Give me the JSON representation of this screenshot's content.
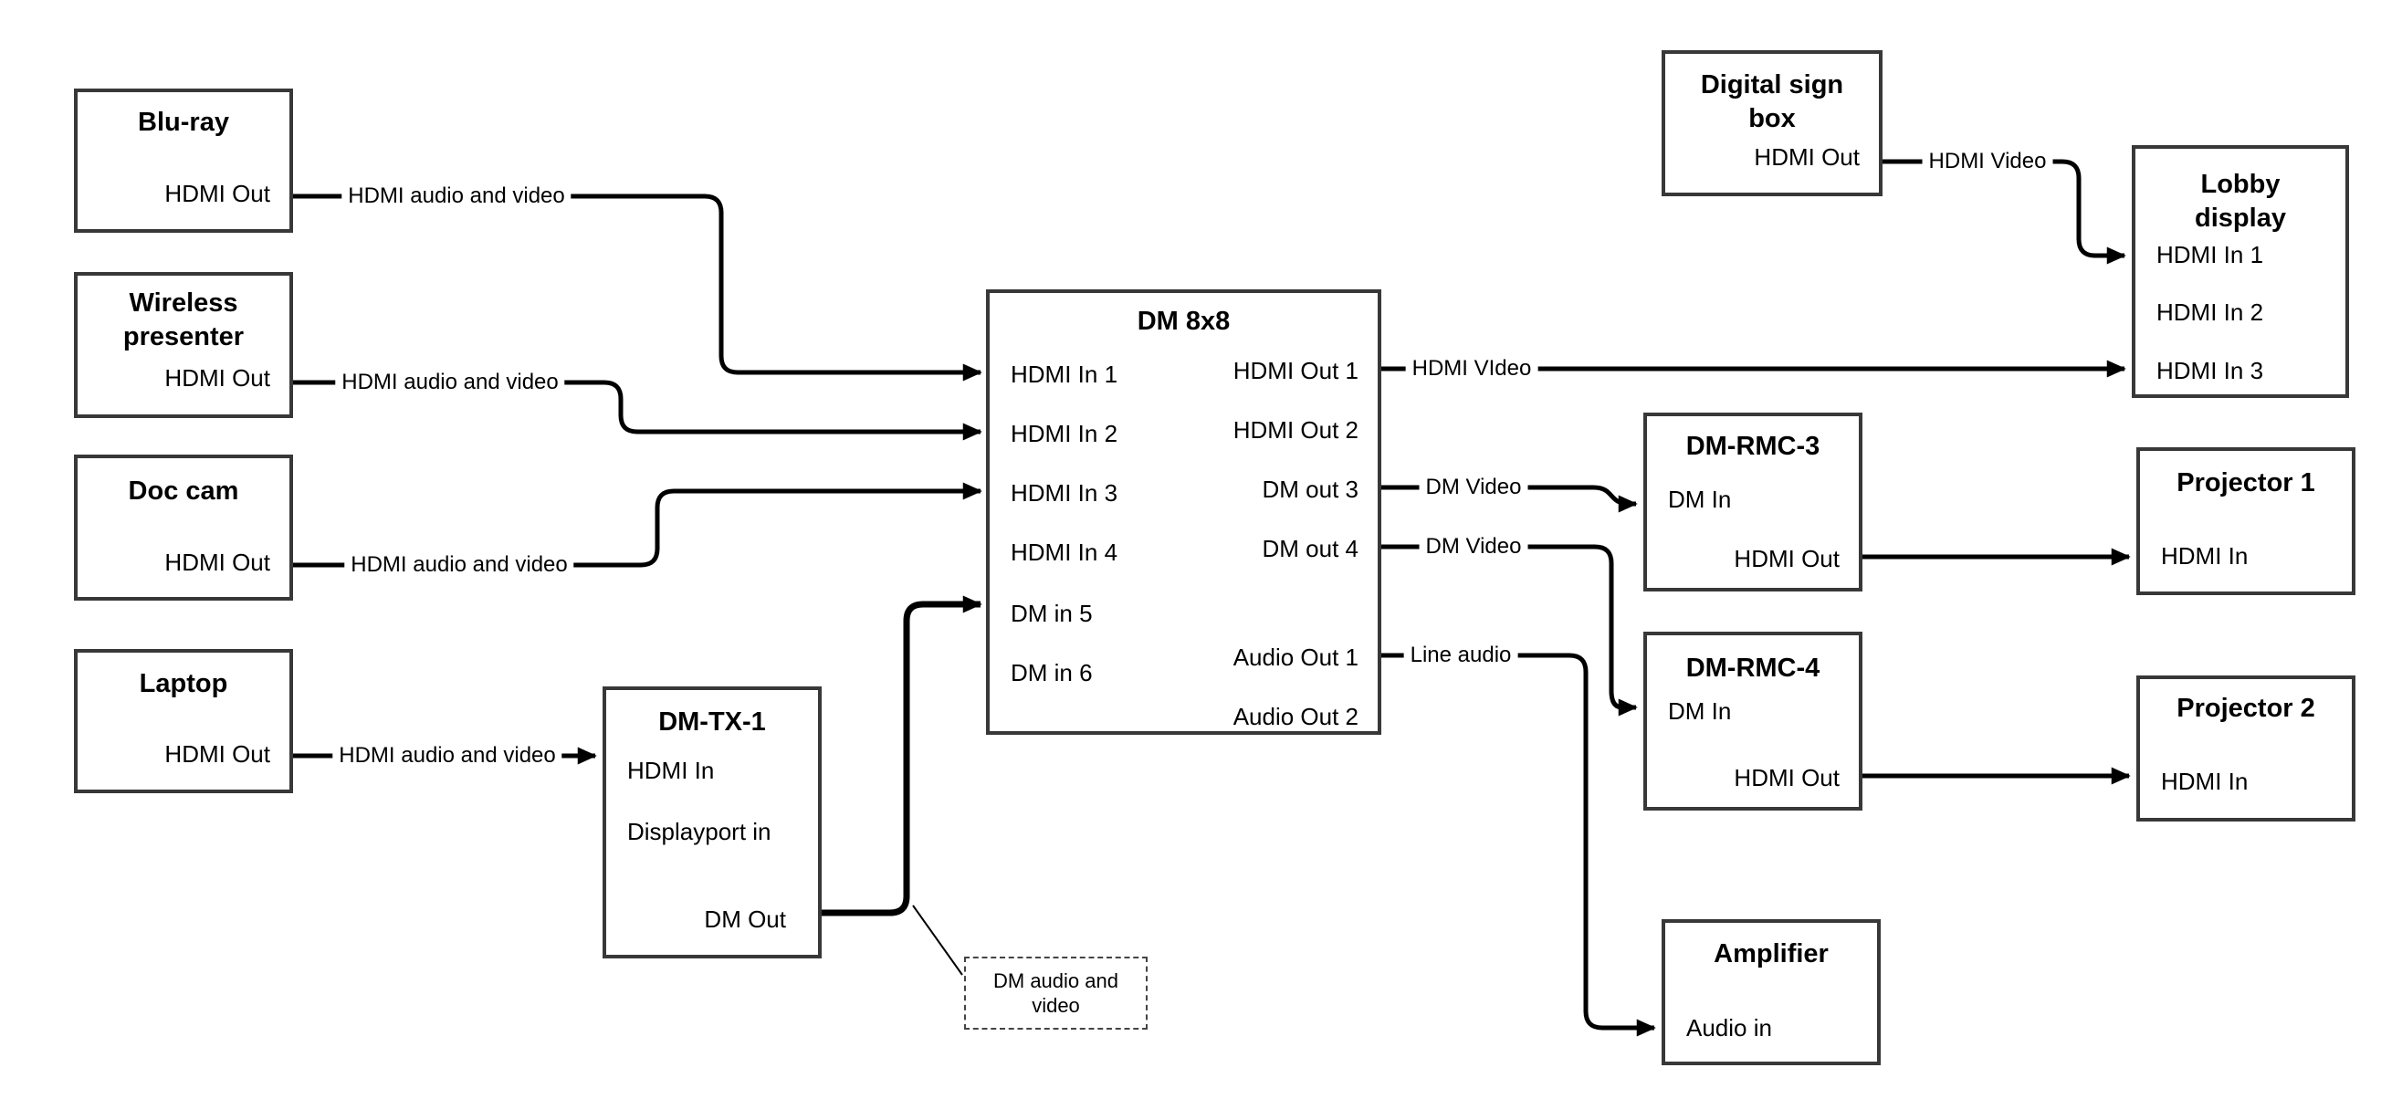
{
  "diagram": {
    "kind": "av-signal-flow-diagram",
    "colors": {
      "background": "#ffffff",
      "wire": "#000000",
      "box_border": "#383838",
      "text": "#000000"
    }
  },
  "nodes": {
    "bluray": {
      "title": "Blu-ray",
      "ports": {
        "hdmi_out": "HDMI Out"
      }
    },
    "wireless_presenter": {
      "title": "Wireless presenter",
      "ports": {
        "hdmi_out": "HDMI Out"
      }
    },
    "doc_cam": {
      "title": "Doc cam",
      "ports": {
        "hdmi_out": "HDMI Out"
      }
    },
    "laptop": {
      "title": "Laptop",
      "ports": {
        "hdmi_out": "HDMI Out"
      }
    },
    "dm_tx_1": {
      "title": "DM-TX-1",
      "ports": {
        "hdmi_in": "HDMI In",
        "displayport_in": "Displayport in",
        "dm_out": "DM Out"
      }
    },
    "dm_8x8": {
      "title": "DM 8x8",
      "ports": {
        "hdmi_in_1": "HDMI In 1",
        "hdmi_in_2": "HDMI In 2",
        "hdmi_in_3": "HDMI In 3",
        "hdmi_in_4": "HDMI In 4",
        "dm_in_5": "DM in 5",
        "dm_in_6": "DM in 6",
        "hdmi_out_1": "HDMI Out 1",
        "hdmi_out_2": "HDMI Out 2",
        "dm_out_3": "DM out 3",
        "dm_out_4": "DM out 4",
        "audio_out_1": "Audio Out 1",
        "audio_out_2": "Audio Out 2"
      }
    },
    "digital_sign_box": {
      "title": "Digital sign box",
      "ports": {
        "hdmi_out": "HDMI Out"
      }
    },
    "lobby_display": {
      "title": "Lobby display",
      "ports": {
        "hdmi_in_1": "HDMI In 1",
        "hdmi_in_2": "HDMI In 2",
        "hdmi_in_3": "HDMI In 3"
      }
    },
    "dm_rmc_3": {
      "title": "DM-RMC-3",
      "ports": {
        "dm_in": "DM In",
        "hdmi_out": "HDMI Out"
      }
    },
    "dm_rmc_4": {
      "title": "DM-RMC-4",
      "ports": {
        "dm_in": "DM In",
        "hdmi_out": "HDMI Out"
      }
    },
    "projector_1": {
      "title": "Projector 1",
      "ports": {
        "hdmi_in": "HDMI In"
      }
    },
    "projector_2": {
      "title": "Projector 2",
      "ports": {
        "hdmi_in": "HDMI In"
      }
    },
    "amplifier": {
      "title": "Amplifier",
      "ports": {
        "audio_in": "Audio in"
      }
    }
  },
  "wire_labels": {
    "bluray_to_dm8x8": "HDMI audio and video",
    "wireless_to_dm8x8": "HDMI audio and video",
    "doccam_to_dm8x8": "HDMI audio and video",
    "laptop_to_dmtx1": "HDMI audio and video",
    "hdmiout1_to_lobby": "HDMI VIdeo",
    "dmout3_to_rmc3": "DM Video",
    "dmout4_to_rmc4": "DM Video",
    "audioout1_to_amp": "Line audio",
    "digitalsign_to_lobby": "HDMI Video"
  },
  "callout": {
    "text": "DM audio and video"
  }
}
